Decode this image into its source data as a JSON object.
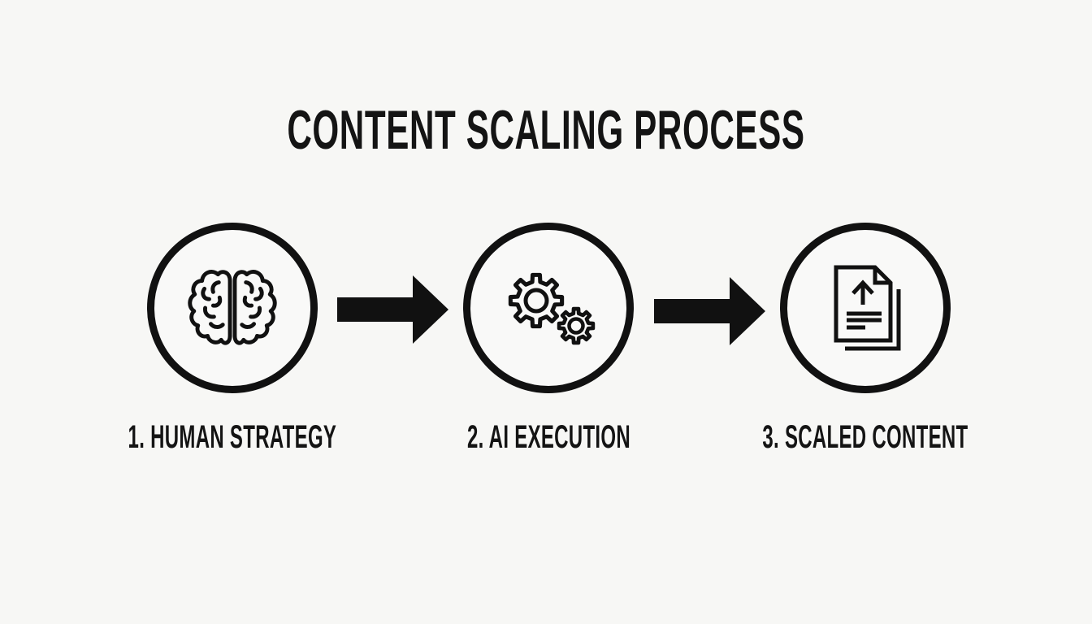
{
  "title": "CONTENT SCALING PROCESS",
  "steps": [
    {
      "label": "1. HUMAN STRATEGY",
      "icon": "brain-icon"
    },
    {
      "label": "2. AI EXECUTION",
      "icon": "gears-icon"
    },
    {
      "label": "3. SCALED CONTENT",
      "icon": "document-upload-icon"
    }
  ],
  "connector_icon": "arrow-right-icon",
  "colors": {
    "background": "#f7f7f5",
    "foreground": "#111111"
  }
}
